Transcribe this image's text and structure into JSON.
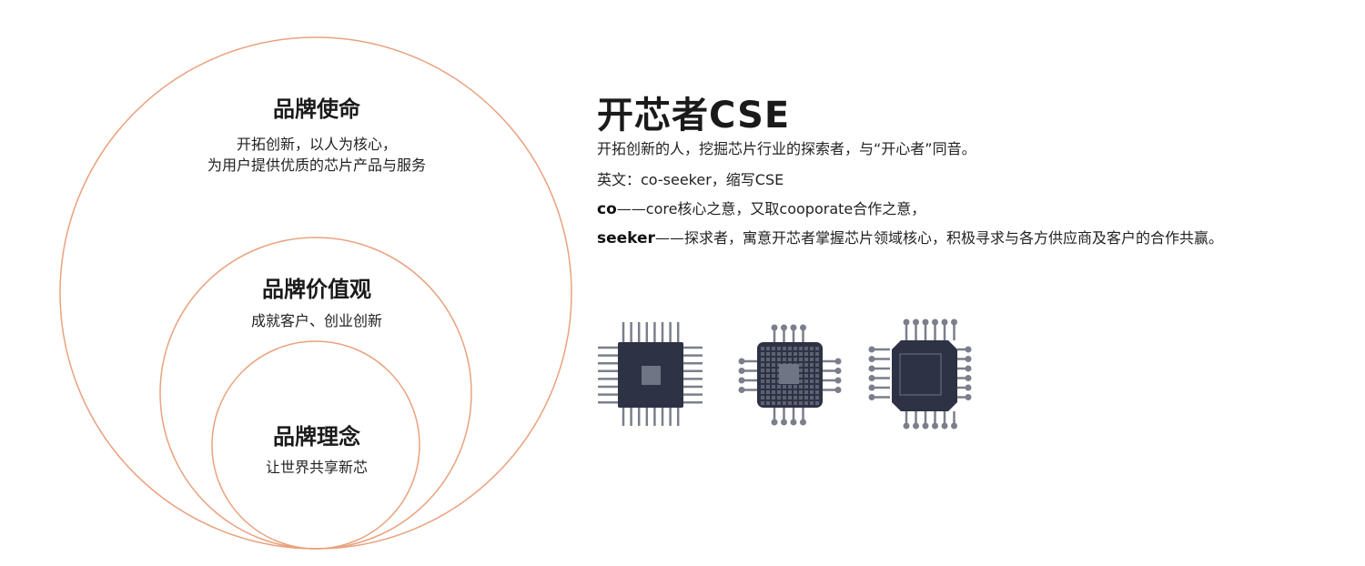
{
  "circles": {
    "mission": {
      "title": "品牌使命",
      "lines": [
        "开拓创新，以人为核心，",
        "为用户提供优质的芯片产品与服务"
      ]
    },
    "values": {
      "title": "品牌价值观",
      "text": "成就客户、创业创新"
    },
    "concept": {
      "title": "品牌理念",
      "text": "让世界共享新芯"
    }
  },
  "brand": {
    "title": "开芯者CSE",
    "line1": "开拓创新的人，挖掘芯片行业的探索者，与“开心者”同音。",
    "line2": "英文：co-seeker，缩写CSE",
    "line3_bold": "co",
    "line3_rest": "——core核心之意，又取cooporate合作之意，",
    "line4_bold": "seeker",
    "line4_rest": "——探求者，寓意开芯者掌握芯片领域核心，积极寻求与各方供应商及客户的合作共赢。"
  },
  "colors": {
    "circle": "#e9a27e",
    "chip": "#2d3244",
    "pin": "#7b7f8b",
    "die": "#6f7585"
  },
  "icons": [
    "qfp-chip-icon",
    "bga-chip-icon",
    "octagon-chip-icon"
  ]
}
